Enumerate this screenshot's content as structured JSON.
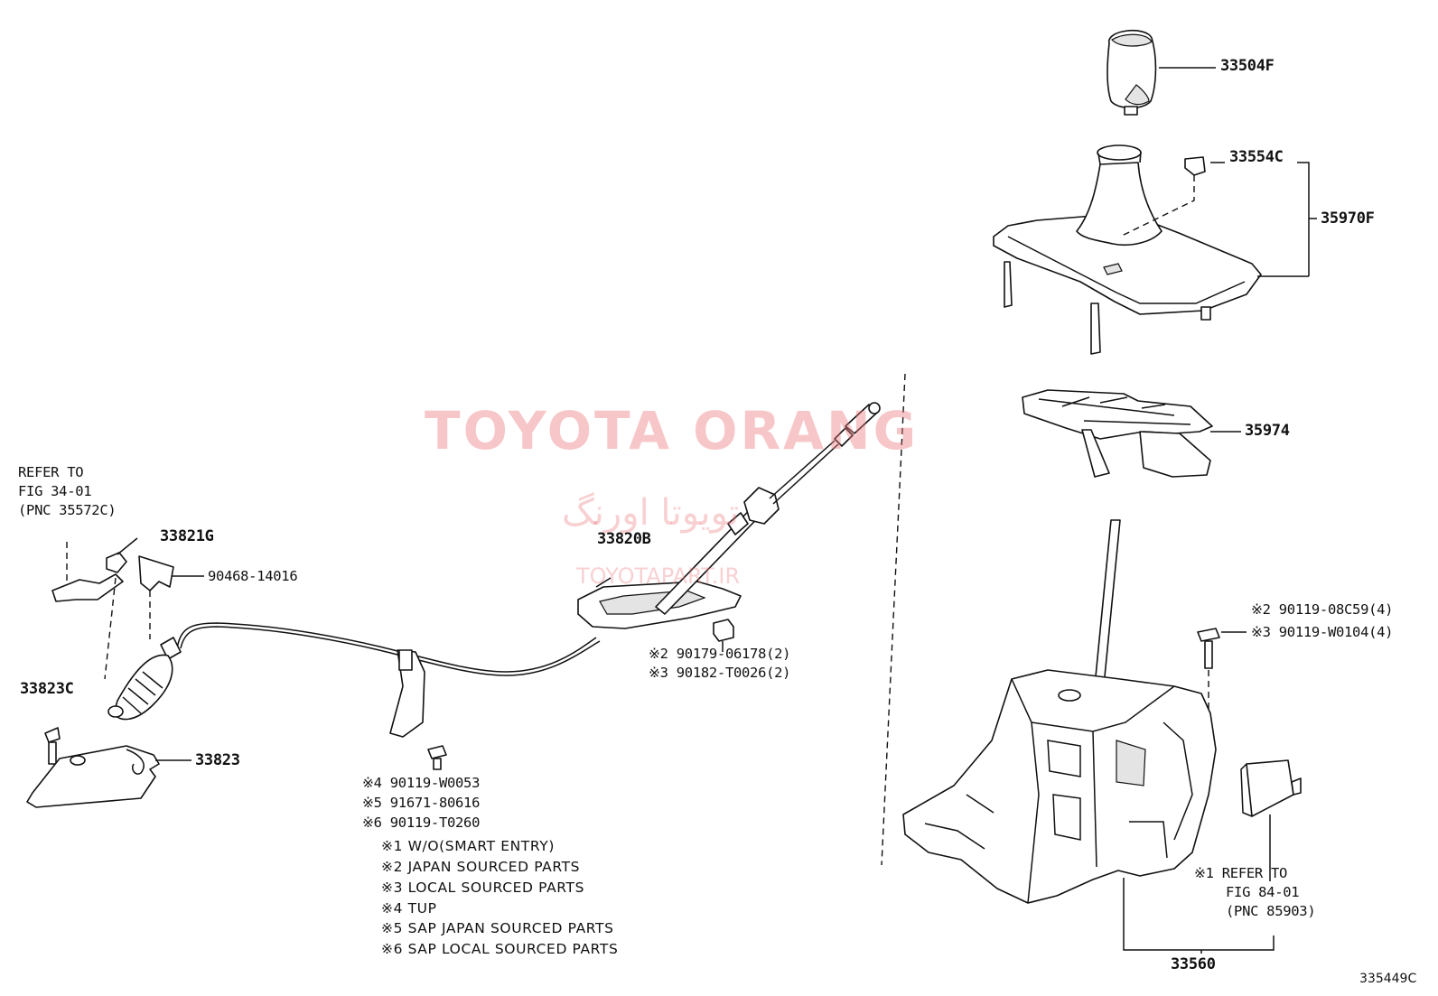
{
  "diagram": {
    "part_numbers": {
      "p33504F": "33504F",
      "p33554C": "33554C",
      "p35970F": "35970F",
      "p35974": "35974",
      "p33820B": "33820B",
      "p33821G": "33821G",
      "p90468": "90468-14016",
      "p33823C": "33823C",
      "p33823": "33823",
      "p33560": "33560"
    },
    "refer_left": [
      "REFER TO",
      "FIG 34-01",
      "(PNC 35572C)"
    ],
    "refer_right": [
      "※1 REFER TO",
      "FIG 84-01",
      "(PNC 85903)"
    ],
    "nut_codes": [
      "※2 90179-06178(2)",
      "※3 90182-T0026(2)"
    ],
    "bolt_codes_center": [
      "※4 90119-W0053",
      "※5 91671-80616",
      "※6 90119-T0260"
    ],
    "bolt_codes_right": [
      "※2 90119-08C59(4)",
      "※3 90119-W0104(4)"
    ],
    "notes": [
      "※1 W/O(SMART ENTRY)",
      "※2 JAPAN SOURCED PARTS",
      "※3 LOCAL SOURCED PARTS",
      "※4 TUP",
      "※5 SAP JAPAN SOURCED PARTS",
      "※6 SAP LOCAL SOURCED PARTS"
    ],
    "figure_code": "335449C"
  },
  "watermark": {
    "main": "TOYOTA ORANG",
    "farsi": "تویوتا اورنگ",
    "site": "TOYOTAPART.IR"
  }
}
